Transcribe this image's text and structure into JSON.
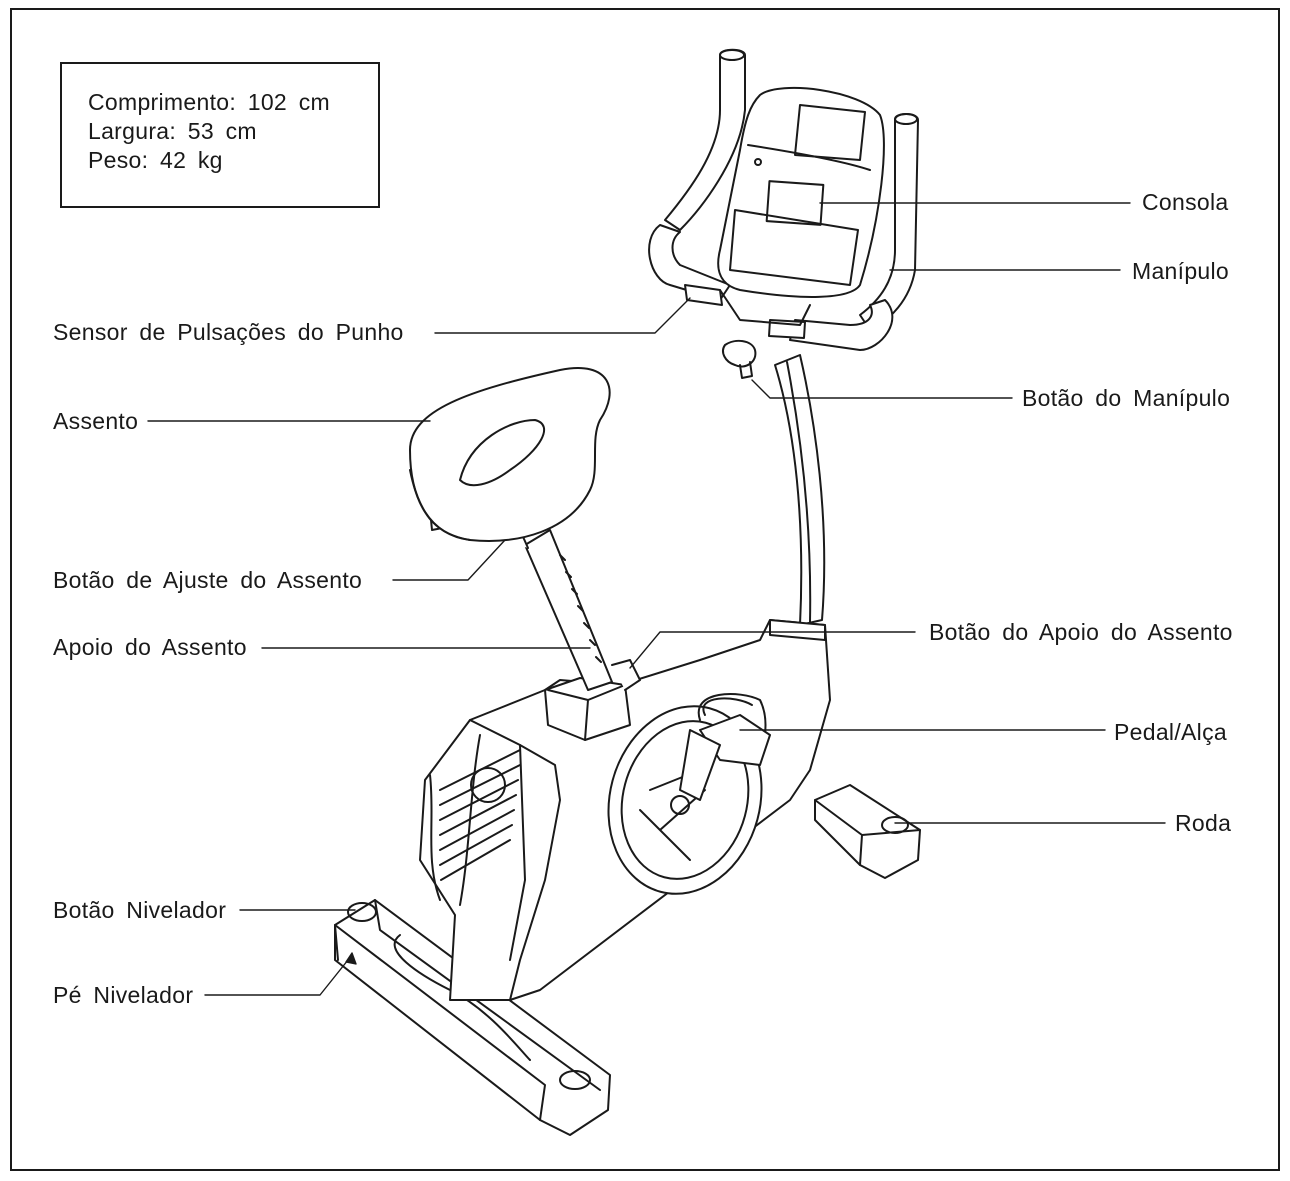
{
  "specs": {
    "length": "Comprimento: 102 cm",
    "width": "Largura: 53 cm",
    "weight": "Peso: 42 kg"
  },
  "labels": {
    "console": "Consola",
    "handlebar": "Manípulo",
    "pulse_sensor": "Sensor de Pulsações do Punho",
    "handlebar_knob": "Botão do Manípulo",
    "seat": "Assento",
    "seat_adjust_knob": "Botão de Ajuste do Assento",
    "seat_support_knob": "Botão do Apoio do Assento",
    "seat_support": "Apoio do Assento",
    "pedal_strap": "Pedal/Alça",
    "wheel": "Roda",
    "leveling_knob": "Botão Nivelador",
    "leveling_foot": "Pé Nivelador"
  }
}
